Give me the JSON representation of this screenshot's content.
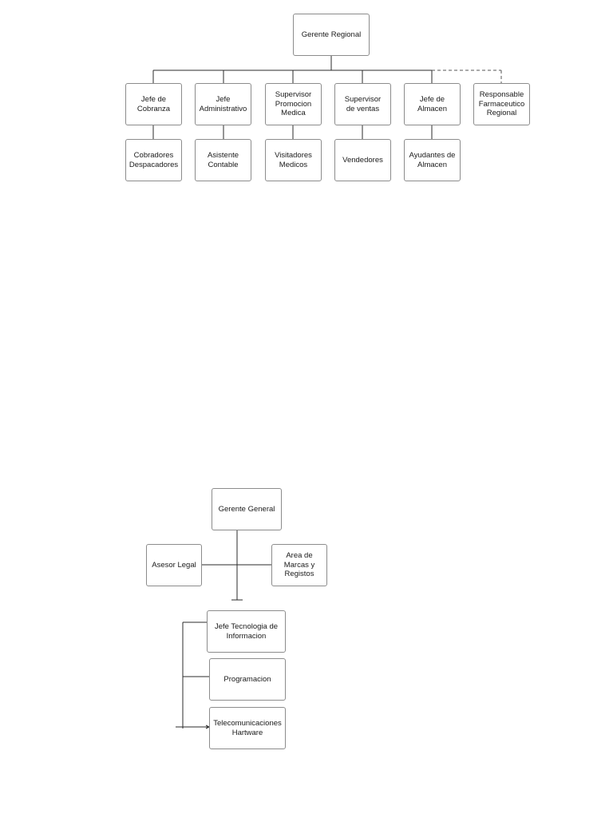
{
  "chart1": {
    "root": "Gerente Regional",
    "managers": [
      "Jefe de\nCobranza",
      "Jefe\nAdministrativo",
      "Supervisor\nPromocion\nMedica",
      "Supervisor\nde ventas",
      "Jefe de\nAlmacen",
      "Responsable\nFarmaceutico\nRegional"
    ],
    "subordinates": [
      "Cobradores\nDespacadores",
      "Asistente\nContable",
      "Visitadores\nMedicos",
      "Vendedores",
      "Ayudantes de\nAlmacen"
    ]
  },
  "chart2": {
    "root": "Gerente General",
    "advisor_left": "Asesor Legal",
    "advisor_right": "Area de\nMarcas y\nRegistos",
    "head": "Jefe Tecnologia de\nInformacion",
    "teams": [
      "Programacion",
      "Telecomunicaciones\nHartware"
    ]
  },
  "colors": {
    "line": "#2b2b2b",
    "dashed": "#555555",
    "border": "#8c8c8c"
  }
}
